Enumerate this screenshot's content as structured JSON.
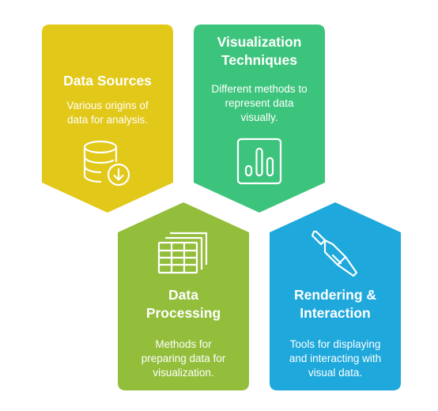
{
  "colors": {
    "sources": "#E2C818",
    "visualization": "#3DC47C",
    "processing": "#93BE3B",
    "rendering": "#1FA8DC"
  },
  "cards": {
    "sources": {
      "title": [
        "Data Sources"
      ],
      "description": [
        "Various origins of",
        "data for analysis."
      ],
      "icon": "database-download-icon"
    },
    "visualization": {
      "title": [
        "Visualization",
        "Techniques"
      ],
      "description": [
        "Different methods to",
        "represent data",
        "visually."
      ],
      "icon": "bar-chart-icon"
    },
    "processing": {
      "title": [
        "Data",
        "Processing"
      ],
      "description": [
        "Methods for",
        "preparing data for",
        "visualization."
      ],
      "icon": "stacked-tables-icon"
    },
    "rendering": {
      "title": [
        "Rendering &",
        "Interaction"
      ],
      "description": [
        "Tools for displaying",
        "and interacting with",
        "visual data."
      ],
      "icon": "paint-brush-icon"
    }
  }
}
